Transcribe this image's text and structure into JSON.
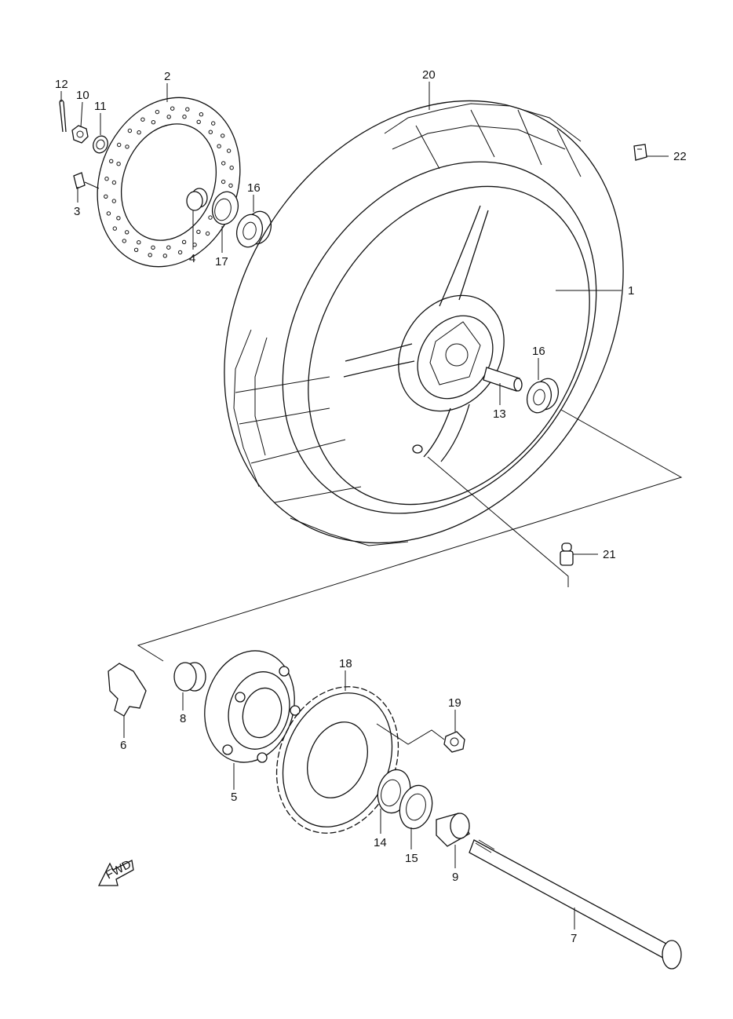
{
  "callouts": {
    "c1": "1",
    "c2": "2",
    "c3": "3",
    "c4": "4",
    "c5": "5",
    "c6": "6",
    "c7": "7",
    "c8": "8",
    "c9": "9",
    "c10": "10",
    "c11": "11",
    "c12": "12",
    "c13": "13",
    "c14": "14",
    "c15": "15",
    "c16a": "16",
    "c16b": "16",
    "c17": "17",
    "c18": "18",
    "c19": "19",
    "c20": "20",
    "c21": "21",
    "c22": "22"
  },
  "fwd_arrow": {
    "label": "FWD"
  }
}
